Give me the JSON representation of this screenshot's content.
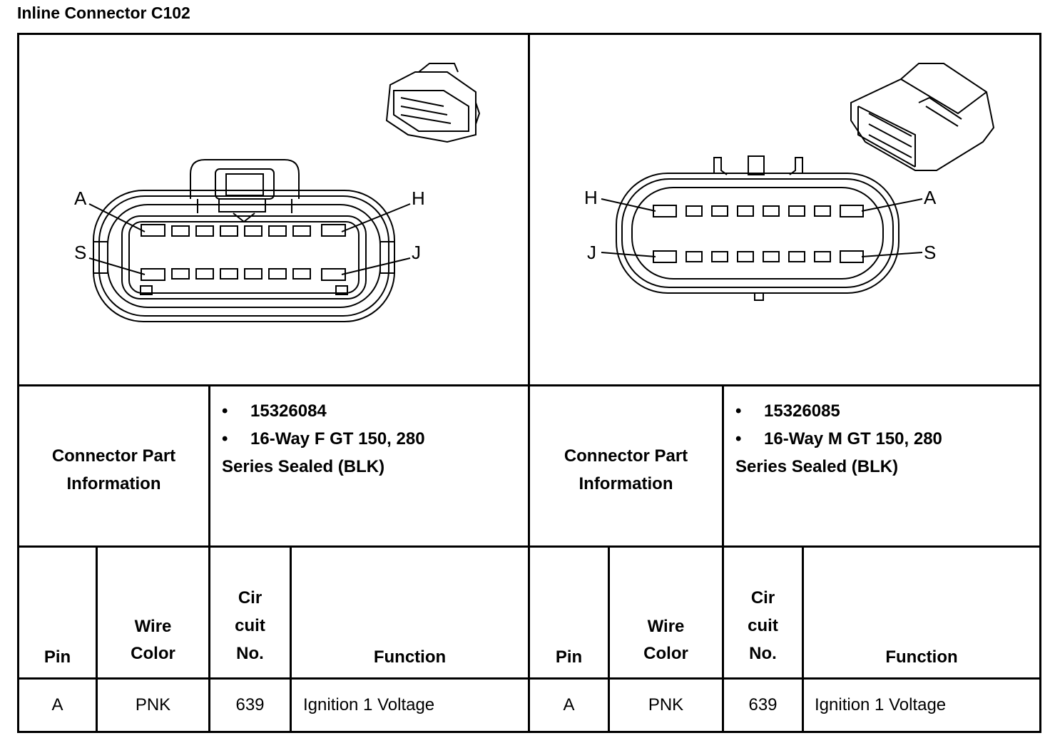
{
  "title": "Inline Connector C102",
  "left": {
    "part_label": [
      "Connector Part",
      "Information"
    ],
    "part_number": "15326084",
    "part_desc_line1": "16-Way F GT 150, 280",
    "part_desc_line2": "Series Sealed (BLK)",
    "pin_labels": {
      "top_left": "A",
      "top_right": "H",
      "bottom_left": "S",
      "bottom_right": "J"
    }
  },
  "right": {
    "part_label": [
      "Connector Part",
      "Information"
    ],
    "part_number": "15326085",
    "part_desc_line1": "16-Way M GT 150, 280",
    "part_desc_line2": "Series Sealed (BLK)",
    "pin_labels": {
      "top_left": "H",
      "top_right": "A",
      "bottom_left": "J",
      "bottom_right": "S"
    }
  },
  "table": {
    "headers": {
      "pin": "Pin",
      "wire": [
        "Wire",
        "Color"
      ],
      "circuit": [
        "Cir",
        "cuit",
        "No."
      ],
      "function": "Function"
    },
    "rows": [
      {
        "pin": "A",
        "wire": "PNK",
        "circuit": "639",
        "function": "Ignition 1 Voltage"
      }
    ]
  }
}
